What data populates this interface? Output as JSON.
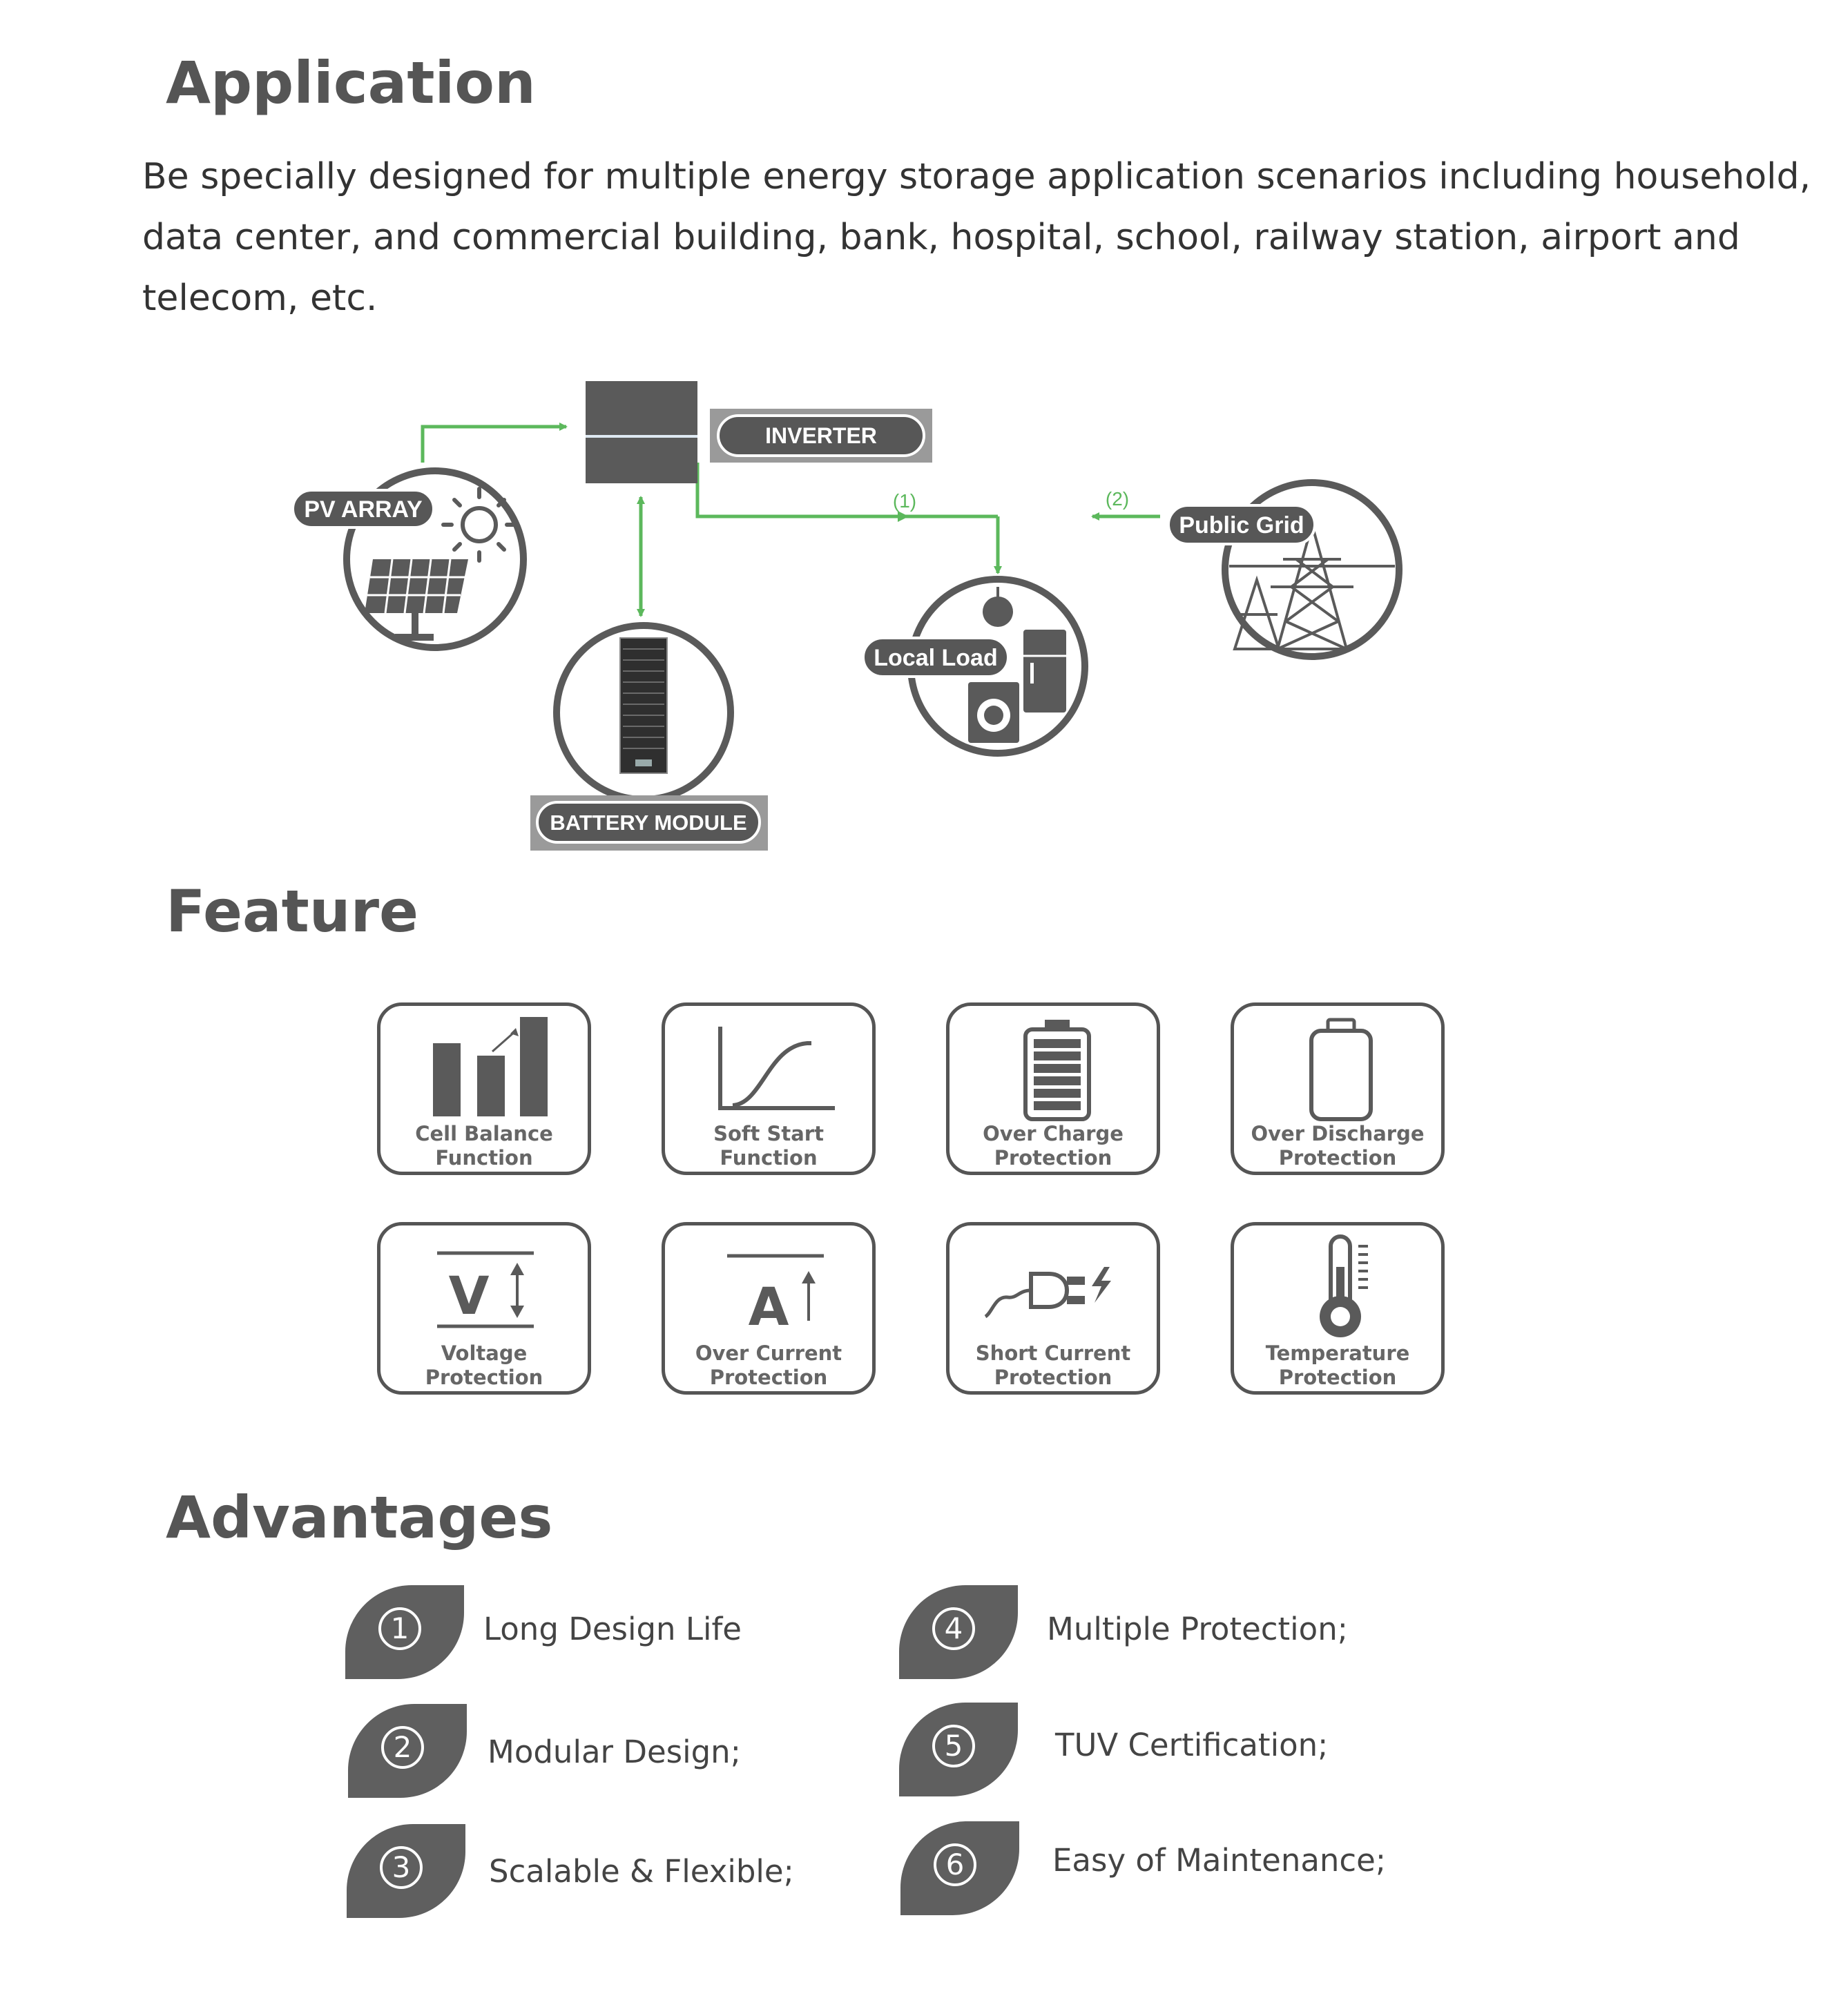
{
  "application": {
    "title": "Application",
    "description": "Be specially designed for multiple energy storage application scenarios including household, data center, and commercial building, bank, hospital, school, railway station, airport and telecom, etc."
  },
  "diagram": {
    "inverter": "INVERTER",
    "pv_array": "PV ARRAY",
    "battery_module": "BATTERY MODULE",
    "local_load": "Local Load",
    "public_grid": "Public Grid",
    "flow_1": "(1)",
    "flow_2": "(2)"
  },
  "feature": {
    "title": "Feature",
    "items": [
      {
        "line1": "Cell Balance",
        "line2": "Function",
        "icon": "cell-balance-icon"
      },
      {
        "line1": "Soft Start",
        "line2": "Function",
        "icon": "soft-start-icon"
      },
      {
        "line1": "Over Charge",
        "line2": "Protection",
        "icon": "full-battery-icon"
      },
      {
        "line1": "Over Discharge",
        "line2": "Protection",
        "icon": "empty-battery-icon"
      },
      {
        "line1": "Voltage",
        "line2": "Protection",
        "icon": "voltage-icon"
      },
      {
        "line1": "Over Current",
        "line2": "Protection",
        "icon": "current-icon"
      },
      {
        "line1": "Short Current",
        "line2": "Protection",
        "icon": "plug-icon"
      },
      {
        "line1": "Temperature",
        "line2": "Protection",
        "icon": "thermometer-icon"
      }
    ],
    "icon_glyphs": {
      "voltage": "V",
      "current": "A"
    }
  },
  "advantages": {
    "title": "Advantages",
    "items": [
      {
        "num": "1",
        "text": "Long Design Life"
      },
      {
        "num": "2",
        "text": "Modular Design;"
      },
      {
        "num": "3",
        "text": "Scalable & Flexible;"
      },
      {
        "num": "4",
        "text": "Multiple Protection;"
      },
      {
        "num": "5",
        "text": "TUV Certification;"
      },
      {
        "num": "6",
        "text": "Easy of Maintenance;"
      }
    ]
  },
  "colors": {
    "accent_green": "#5cb85c",
    "dark_gray": "#555555",
    "badge_gray": "#5f5f5f"
  }
}
